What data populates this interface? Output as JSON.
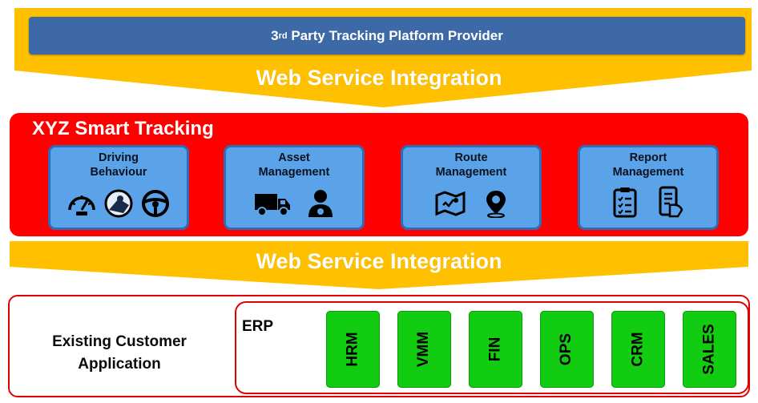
{
  "provider": {
    "label": "Party Tracking Platform Provider",
    "ordinal": "3",
    "sup": "rd"
  },
  "integration": {
    "top_label": "Web Service Integration",
    "bottom_label": "Web Service Integration"
  },
  "xyz": {
    "title": "XYZ Smart Tracking",
    "modules": [
      {
        "line1": "Driving",
        "line2": "Behaviour",
        "icons": [
          "speedometer-icon",
          "driver-icon",
          "steering-wheel-icon"
        ]
      },
      {
        "line1": "Asset",
        "line2": "Management",
        "icons": [
          "truck-icon",
          "person-icon"
        ]
      },
      {
        "line1": "Route",
        "line2": "Management",
        "icons": [
          "map-icon",
          "location-pin-icon"
        ]
      },
      {
        "line1": "Report",
        "line2": "Management",
        "icons": [
          "clipboard-icon",
          "phone-report-icon"
        ]
      }
    ]
  },
  "customer": {
    "line1": "Existing Customer",
    "line2": "Application",
    "erp_label": "ERP",
    "erp_modules": [
      "HRM",
      "VMM",
      "FIN",
      "OPS",
      "CRM",
      "SALES"
    ]
  },
  "colors": {
    "band": "#ffc000",
    "provider": "#3d6aa6",
    "panel": "#ff0000",
    "module": "#5ba3e8",
    "erp_module": "#11cc11"
  }
}
